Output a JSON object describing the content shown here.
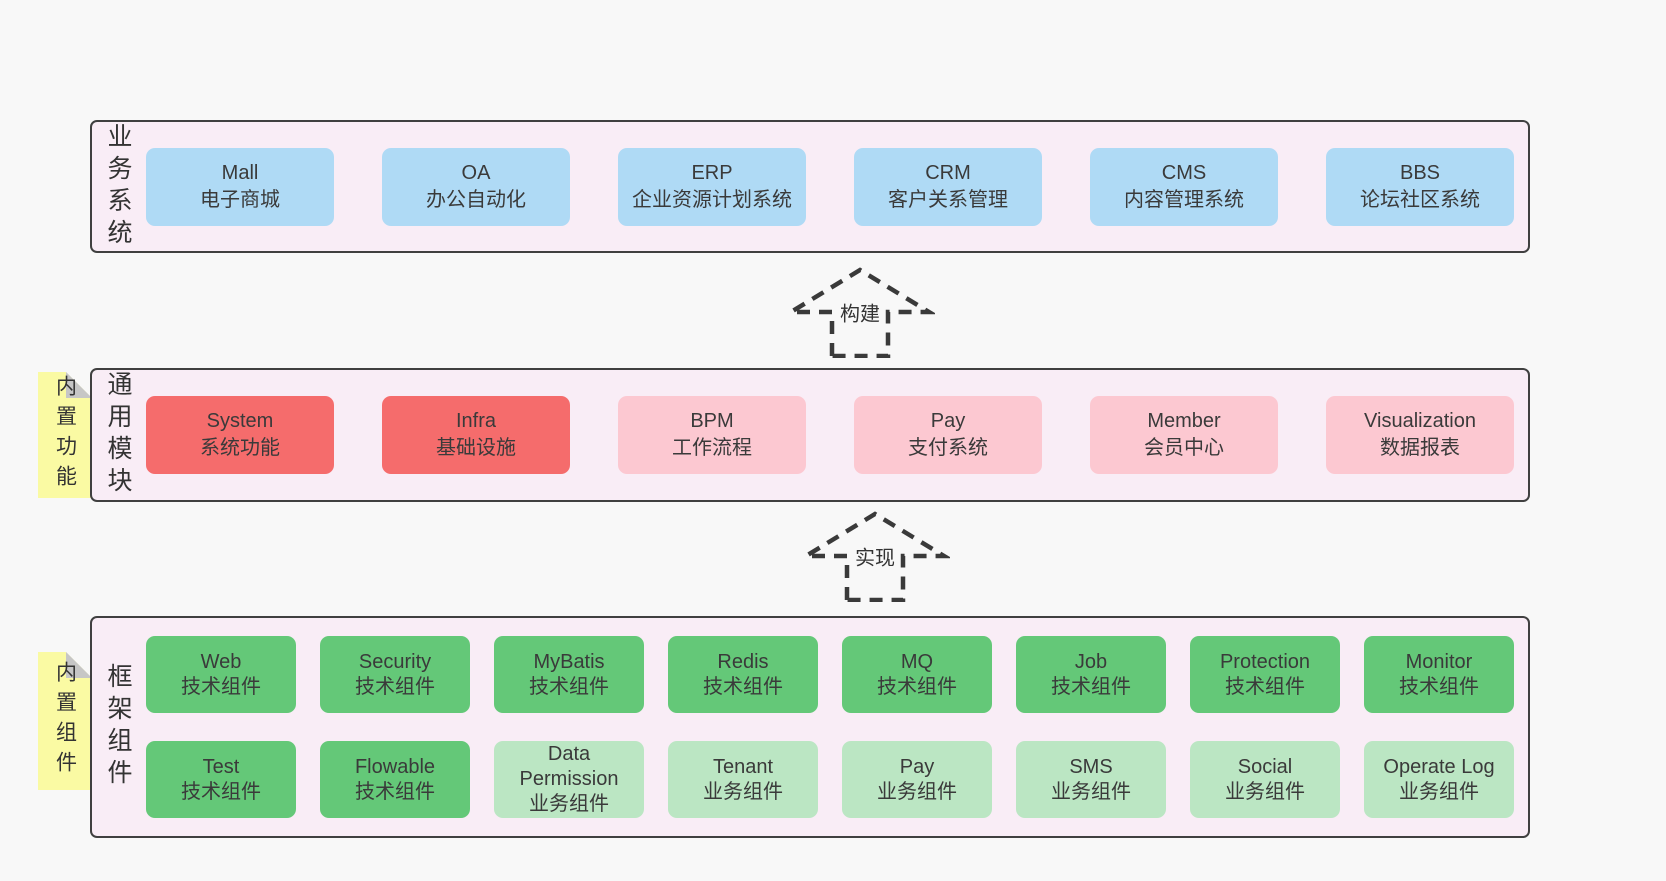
{
  "colors": {
    "page_background": "#f8f8f8",
    "panel_fill": "#f9edf6",
    "panel_border": "#404040",
    "blue_box": "#afdaf5",
    "red_box": "#f56c6c",
    "pink_box": "#fcc8d1",
    "green_box": "#64c878",
    "light_green_box": "#bbe6c3",
    "sticky_yellow": "#fafaa3",
    "text": "#3a3a3a"
  },
  "layers": {
    "business": {
      "label": "业务系统",
      "boxes": [
        {
          "title": "Mall",
          "subtitle": "电子商城",
          "variant": "blue"
        },
        {
          "title": "OA",
          "subtitle": "办公自动化",
          "variant": "blue"
        },
        {
          "title": "ERP",
          "subtitle": "企业资源计划系统",
          "variant": "blue"
        },
        {
          "title": "CRM",
          "subtitle": "客户关系管理",
          "variant": "blue"
        },
        {
          "title": "CMS",
          "subtitle": "内容管理系统",
          "variant": "blue"
        },
        {
          "title": "BBS",
          "subtitle": "论坛社区系统",
          "variant": "blue"
        }
      ]
    },
    "modules": {
      "label": "通用模块",
      "sticky": "内置功能",
      "boxes": [
        {
          "title": "System",
          "subtitle": "系统功能",
          "variant": "red"
        },
        {
          "title": "Infra",
          "subtitle": "基础设施",
          "variant": "red"
        },
        {
          "title": "BPM",
          "subtitle": "工作流程",
          "variant": "pink"
        },
        {
          "title": "Pay",
          "subtitle": "支付系统",
          "variant": "pink"
        },
        {
          "title": "Member",
          "subtitle": "会员中心",
          "variant": "pink"
        },
        {
          "title": "Visualization",
          "subtitle": "数据报表",
          "variant": "pink"
        }
      ]
    },
    "framework": {
      "label": "框架组件",
      "sticky": "内置组件",
      "row1": [
        {
          "title": "Web",
          "subtitle": "技术组件",
          "variant": "green"
        },
        {
          "title": "Security",
          "subtitle": "技术组件",
          "variant": "green"
        },
        {
          "title": "MyBatis",
          "subtitle": "技术组件",
          "variant": "green"
        },
        {
          "title": "Redis",
          "subtitle": "技术组件",
          "variant": "green"
        },
        {
          "title": "MQ",
          "subtitle": "技术组件",
          "variant": "green"
        },
        {
          "title": "Job",
          "subtitle": "技术组件",
          "variant": "green"
        },
        {
          "title": "Protection",
          "subtitle": "技术组件",
          "variant": "green"
        },
        {
          "title": "Monitor",
          "subtitle": "技术组件",
          "variant": "green"
        }
      ],
      "row2": [
        {
          "title": "Test",
          "subtitle": "技术组件",
          "variant": "green"
        },
        {
          "title": "Flowable",
          "subtitle": "技术组件",
          "variant": "green"
        },
        {
          "title": "Data Permission",
          "subtitle": "业务组件",
          "variant": "lightgreen"
        },
        {
          "title": "Tenant",
          "subtitle": "业务组件",
          "variant": "lightgreen"
        },
        {
          "title": "Pay",
          "subtitle": "业务组件",
          "variant": "lightgreen"
        },
        {
          "title": "SMS",
          "subtitle": "业务组件",
          "variant": "lightgreen"
        },
        {
          "title": "Social",
          "subtitle": "业务组件",
          "variant": "lightgreen"
        },
        {
          "title": "Operate Log",
          "subtitle": "业务组件",
          "variant": "lightgreen"
        }
      ]
    }
  },
  "arrows": {
    "build": "构建",
    "implement": "实现"
  }
}
